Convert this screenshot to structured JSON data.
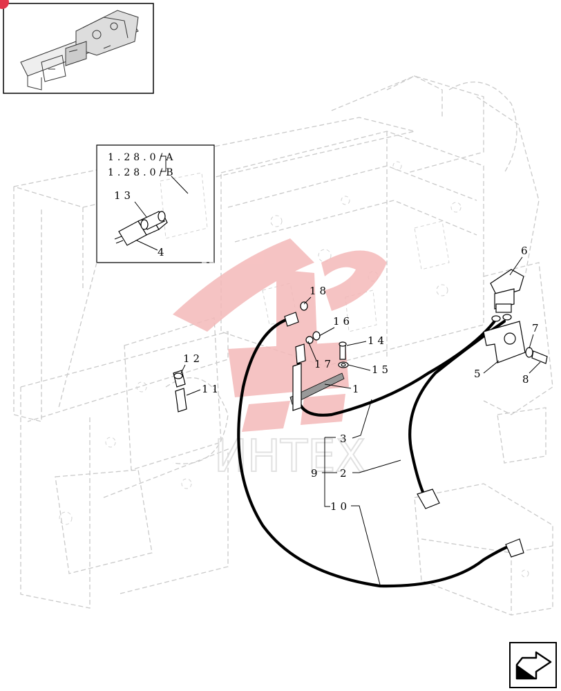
{
  "diagram": {
    "badge_color": "#e2354a",
    "watermark_color": "#f4b9b9",
    "watermark_text": "ИНТЕХ",
    "inset_refs": [
      "1.28.0/A",
      "1.28.0/B"
    ],
    "inset_callouts": [
      "13",
      "4"
    ],
    "callouts": {
      "c1": "1",
      "c2": "2",
      "c3": "3",
      "c4": "4",
      "c5": "5",
      "c6": "6",
      "c7": "7",
      "c8": "8",
      "c9": "9",
      "c10": "10",
      "c11": "11",
      "c12": "12",
      "c13": "13",
      "c14": "14",
      "c15": "15",
      "c16": "16",
      "c17": "17",
      "c18": "18"
    },
    "nav_icon": "next-page-arrow-icon"
  }
}
